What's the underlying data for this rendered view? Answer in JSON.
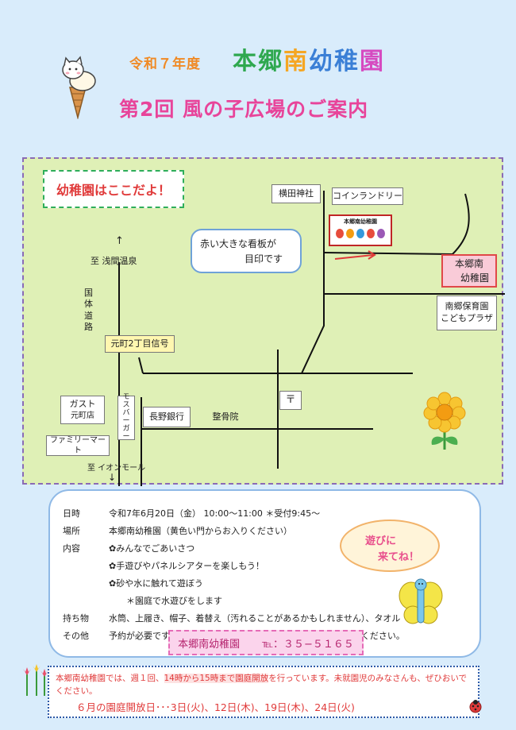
{
  "header": {
    "year": "令和７年度",
    "school_chars": [
      "本",
      "郷",
      "南",
      "幼",
      "稚",
      "園"
    ],
    "school_colors": [
      "#2fa84f",
      "#2fa84f",
      "#f5a623",
      "#3a7fd6",
      "#3a7fd6",
      "#d64ac0"
    ],
    "title": "第2回 風の子広場のご案内"
  },
  "map": {
    "here_label": "幼稚園はここだよ！",
    "bubble_line1": "赤い大きな看板が",
    "bubble_line2": "目印です",
    "target_line1": "本郷南",
    "target_line2": "幼稚園",
    "sign_text": "本郷南幼稚園",
    "shrine": "横田神社",
    "laundry": "コインランドリー",
    "nursery_line1": "南郷保育園",
    "nursery_line2": "こどもプラザ",
    "to_onsen_arrow": "↑",
    "to_onsen": "至 浅間温泉",
    "national_road": [
      "国",
      "体",
      "道",
      "路"
    ],
    "signal": "元町2丁目信号",
    "gusto_line1": "ガスト",
    "gusto_line2": "元町店",
    "mos": [
      "モ",
      "ス",
      "バ",
      "ー",
      "ガ",
      "ー"
    ],
    "bank": "長野銀行",
    "seikotsu": "整骨院",
    "post_icon": "〒",
    "familymart": "ファミリーマート",
    "to_aeon": "至 イオンモール",
    "to_aeon_arrow": "↓"
  },
  "info": {
    "date_key": "日時",
    "date_val": "令和7年6月20日（金） 10:00～11:00 ＊受付9:45～",
    "place_key": "場所",
    "place_val": "本郷南幼稚園（黄色い門からお入りください）",
    "content_key": "内容",
    "content_items": [
      "✿みんなでごあいさつ",
      "✿手遊びやパネルシアターを楽しもう！",
      "✿砂や水に触れて遊ぼう",
      "＊園庭で水遊びをします"
    ],
    "bring_key": "持ち物",
    "bring_val": "水筒、上履き、帽子、着替え（汚れることがあるかもしれません）、タオル",
    "other_key": "その他",
    "other_val": "予約が必要です。申し込みを希望される方は、幼稚園までご連絡ください。",
    "contact_name": "本郷南幼稚園",
    "contact_tel": "℡：３５−５１６５",
    "cloud_line1": "遊びに",
    "cloud_line2": "来てね！"
  },
  "notice": {
    "line_a": "本郷南幼稚園では、週１回、",
    "line_hl": "14時から15時まで園庭開放",
    "line_b": "を行っています。未就園児のみなさんも、ぜひおいで",
    "line2": "ください。",
    "open_days": "６月の園庭開放日･･･3日(火)、12日(木)、19日(木)、24日(火)"
  },
  "colors": {
    "accent_red": "#e03a3a",
    "pink": "#e8449a",
    "map_bg": "#dff0b6"
  }
}
